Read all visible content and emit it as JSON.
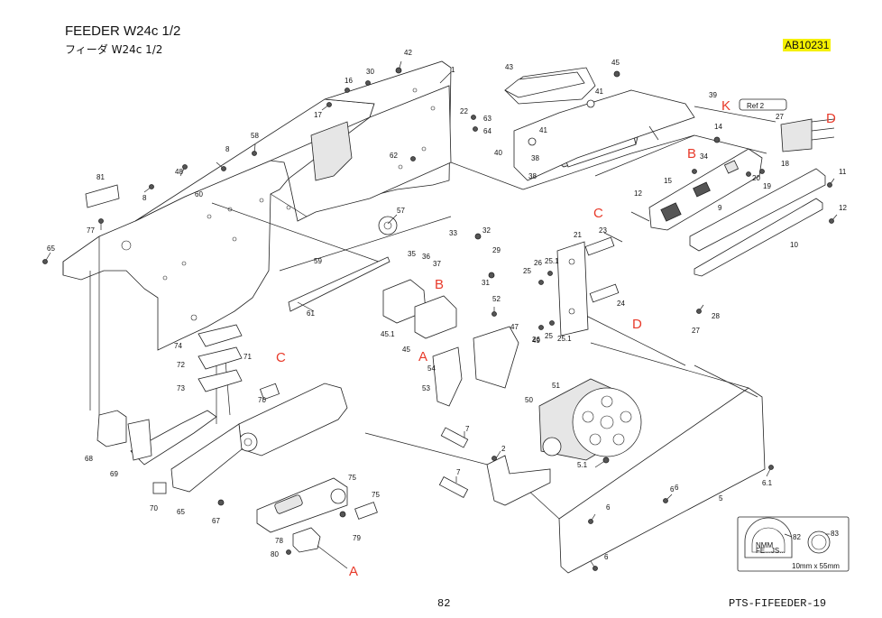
{
  "header": {
    "title": "FEEDER W24c  1/2",
    "subtitle": "フィーダ W24c  1/2",
    "code": "AB10231"
  },
  "footer": {
    "page_number": "82",
    "doc_id": "PTS-FIFEEDER-19"
  },
  "callouts": [
    "1",
    "2",
    "5",
    "5.1",
    "6",
    "6",
    "6",
    "6",
    "6.1",
    "7",
    "7",
    "8",
    "8",
    "9",
    "10",
    "11",
    "12",
    "12",
    "14",
    "15",
    "16",
    "17",
    "18",
    "19",
    "20",
    "21",
    "22",
    "23",
    "24",
    "25",
    "25",
    "25.1",
    "25.1",
    "26",
    "26",
    "27",
    "27",
    "28",
    "29",
    "30",
    "31",
    "32",
    "33",
    "34",
    "35",
    "36",
    "37",
    "38",
    "38",
    "39",
    "40",
    "41",
    "41",
    "42",
    "43",
    "45",
    "45",
    "45.1",
    "47",
    "48",
    "49",
    "50",
    "51",
    "52",
    "53",
    "54",
    "57",
    "58",
    "59",
    "60",
    "61",
    "62",
    "63",
    "64",
    "65",
    "65",
    "67",
    "68",
    "69",
    "70",
    "70",
    "71",
    "72",
    "73",
    "74",
    "75",
    "75",
    "77",
    "78",
    "79",
    "80",
    "81"
  ],
  "reference_letters": [
    "A",
    "A",
    "B",
    "B",
    "C",
    "C",
    "D",
    "D",
    "K"
  ],
  "inset": {
    "ref_label": "Ref 2",
    "callouts": [
      "82",
      "83"
    ],
    "size_label": "10mm x 55mm",
    "label_text_line1": "NMM",
    "label_text_line2": "FE...JS..."
  },
  "colors": {
    "reference_letter": "#e83a2a",
    "code_highlight": "#f5f000",
    "line": "#222222"
  }
}
